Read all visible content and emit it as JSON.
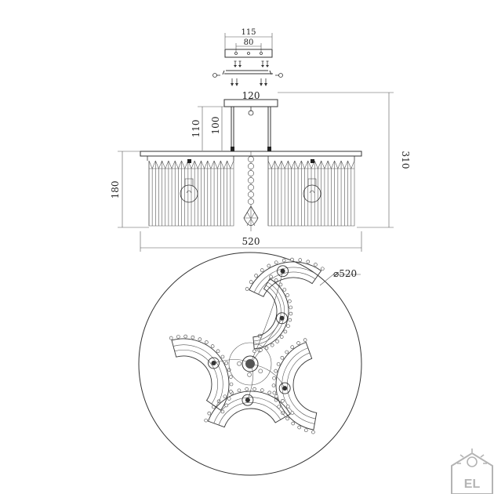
{
  "dimensions": {
    "plate_width": "115",
    "plate_hole_spacing": "80",
    "canopy_width": "120",
    "rod_height_a": "110",
    "rod_height_b": "100",
    "shade_height": "180",
    "total_height": "310",
    "width": "520",
    "diameter": "⌀520"
  },
  "logo": {
    "text": "EL"
  },
  "colors": {
    "line": "#333333",
    "background": "#ffffff"
  }
}
